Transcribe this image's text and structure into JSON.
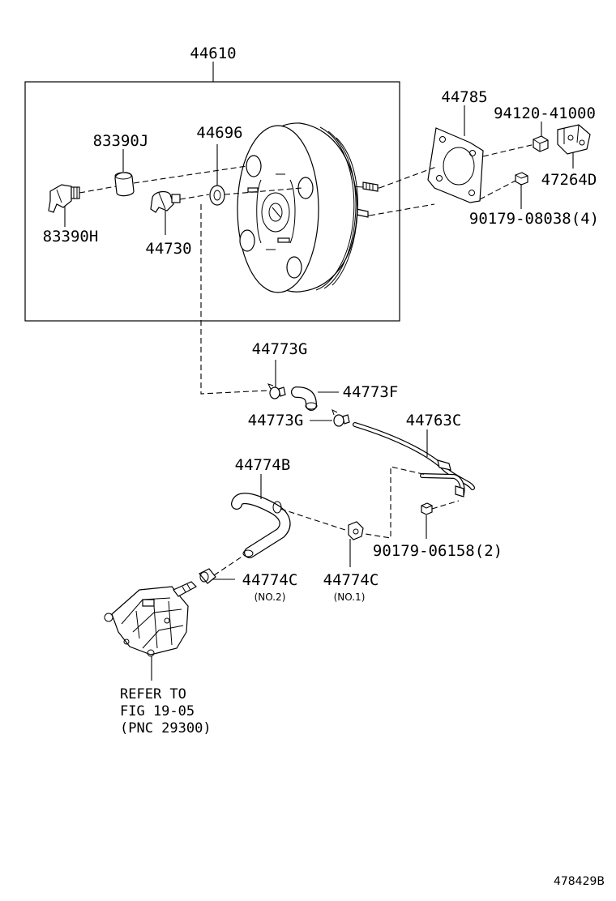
{
  "labels": {
    "assy_44610": "44610",
    "p_83390J": "83390J",
    "p_83390H": "83390H",
    "p_44696": "44696",
    "p_44730": "44730",
    "p_44785": "44785",
    "p_94120": "94120-41000",
    "p_47264D": "47264D",
    "p_90179_08038": "90179-08038(4)",
    "p_44773G_a": "44773G",
    "p_44773F": "44773F",
    "p_44773G_b": "44773G",
    "p_44763C": "44763C",
    "p_44774B": "44774B",
    "p_44774C_a": "44774C",
    "p_44774C_a_sub": "(NO.2)",
    "p_44774C_b": "44774C",
    "p_44774C_b_sub": "(NO.1)",
    "p_90179_06158": "90179-06158(2)",
    "refer_line1": "REFER TO",
    "refer_line2": "FIG 19-05",
    "refer_line3": "(PNC 29300)",
    "figure_id": "478429B"
  }
}
